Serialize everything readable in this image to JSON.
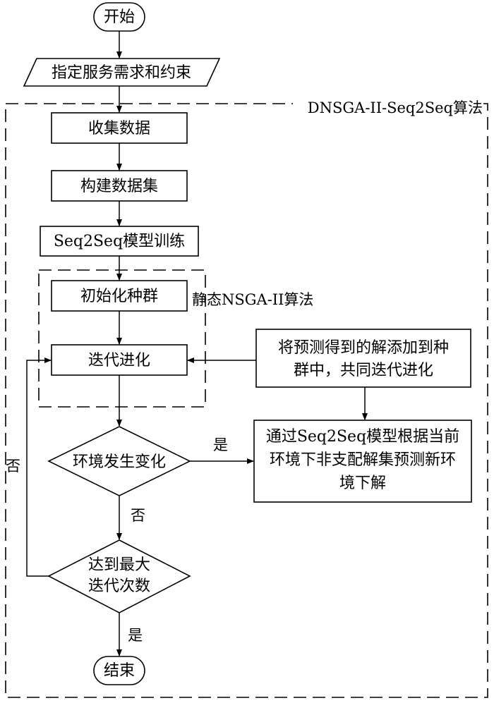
{
  "nodes": {
    "start": "开始",
    "spec": "指定服务需求和约束",
    "collect": "收集数据",
    "build_dataset": "构建数据集",
    "train": "Seq2Seq模型训练",
    "init_pop": "初始化种群",
    "iterate": "迭代进化",
    "env_change": "环境发生变化",
    "max_iter_line1": "达到最大",
    "max_iter_line2": "迭代次数",
    "end": "结束",
    "add_pred_line1": "将预测得到的解添加到种",
    "add_pred_line2": "群中，共同迭代进化",
    "predict_line1": "通过Seq2Seq模型根据当前",
    "predict_line2": "环境下非支配解集预测新环",
    "predict_line3": "境下解"
  },
  "groups": {
    "outer": "DNSGA-II-Seq2Seq算法",
    "inner": "静态NSGA-II算法"
  },
  "edge_labels": {
    "env_yes": "是",
    "env_no": "否",
    "loop_no": "否",
    "max_yes": "是"
  }
}
